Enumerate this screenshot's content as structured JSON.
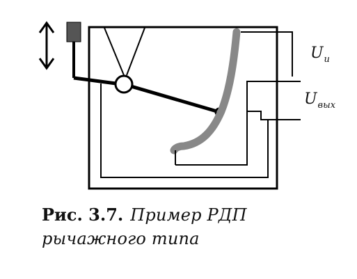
{
  "diagram": {
    "label_input": "U",
    "label_input_sub": "и",
    "label_output": "U",
    "label_output_sub": "вых"
  },
  "caption": {
    "label": "Рис. 3.7.",
    "text": "Пример РДП рычажного типа"
  }
}
